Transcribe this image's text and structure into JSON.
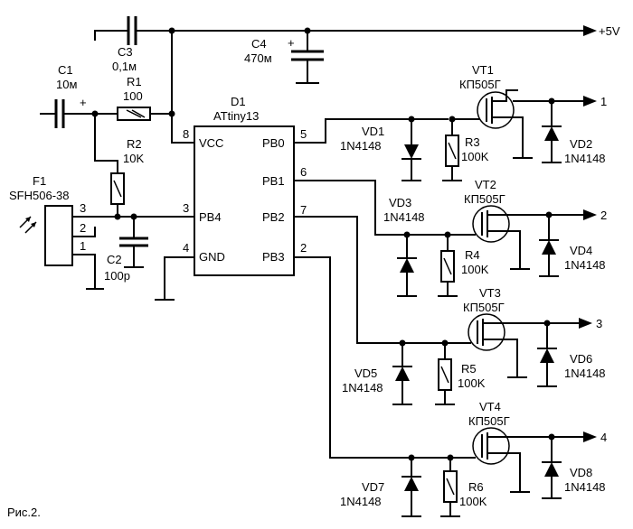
{
  "caption": "Рис.2.",
  "supply": {
    "label": "+5V"
  },
  "components": {
    "C1": {
      "ref": "C1",
      "value": "10м"
    },
    "C2": {
      "ref": "C2",
      "value": "100p"
    },
    "C3": {
      "ref": "C3",
      "value": "0,1м"
    },
    "C4": {
      "ref": "C4",
      "value": "470м"
    },
    "R1": {
      "ref": "R1",
      "value": "100"
    },
    "R2": {
      "ref": "R2",
      "value": "10K"
    },
    "R3": {
      "ref": "R3",
      "value": "100K"
    },
    "R4": {
      "ref": "R4",
      "value": "100K"
    },
    "R5": {
      "ref": "R5",
      "value": "100K"
    },
    "R6": {
      "ref": "R6",
      "value": "100K"
    },
    "F1": {
      "ref": "F1",
      "value": "SFH506-38"
    },
    "D1": {
      "ref": "D1",
      "value": "ATtiny13"
    },
    "VT1": {
      "ref": "VT1",
      "value": "КП505Г"
    },
    "VT2": {
      "ref": "VT2",
      "value": "КП505Г"
    },
    "VT3": {
      "ref": "VT3",
      "value": "КП505Г"
    },
    "VT4": {
      "ref": "VT4",
      "value": "КП505Г"
    },
    "VD1": {
      "ref": "VD1",
      "value": "1N4148"
    },
    "VD2": {
      "ref": "VD2",
      "value": "1N4148"
    },
    "VD3": {
      "ref": "VD3",
      "value": "1N4148"
    },
    "VD4": {
      "ref": "VD4",
      "value": "1N4148"
    },
    "VD5": {
      "ref": "VD5",
      "value": "1N4148"
    },
    "VD6": {
      "ref": "VD6",
      "value": "1N4148"
    },
    "VD7": {
      "ref": "VD7",
      "value": "1N4148"
    },
    "VD8": {
      "ref": "VD8",
      "value": "1N4148"
    }
  },
  "mcu_pins": {
    "vcc": {
      "name": "VCC",
      "num": "8"
    },
    "pb4": {
      "name": "PB4",
      "num": "3"
    },
    "gnd": {
      "name": "GND",
      "num": "4"
    },
    "pb0": {
      "name": "PB0",
      "num": "5"
    },
    "pb1": {
      "name": "PB1",
      "num": "6"
    },
    "pb2": {
      "name": "PB2",
      "num": "7"
    },
    "pb3": {
      "name": "PB3",
      "num": "2"
    }
  },
  "sensor_pins": {
    "p1": "1",
    "p2": "2",
    "p3": "3"
  },
  "outputs": [
    "1",
    "2",
    "3",
    "4"
  ],
  "pol": {
    "c1": "+",
    "c4": "+"
  }
}
